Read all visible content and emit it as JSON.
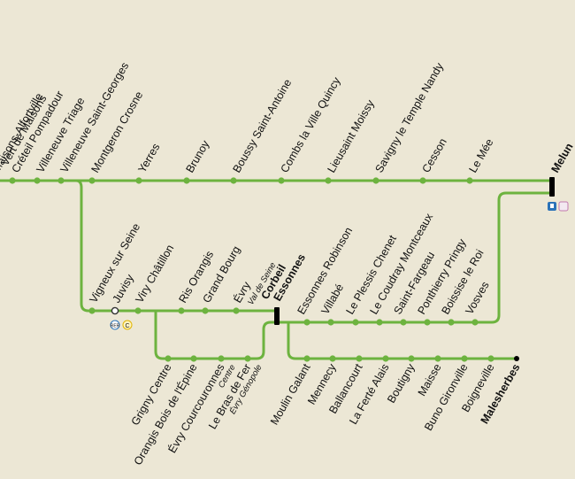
{
  "colors": {
    "line": "#6DB33F",
    "text": "#111111",
    "background": "#ECE7D5",
    "terminus": "#000000"
  },
  "upper": [
    {
      "name": "Maisons-Alfortville",
      "label": "Maisons-Alfortville"
    },
    {
      "name": "Créteil Pompadour",
      "label": "Créteil Pompadour",
      "extra": "Vert de Maisons"
    },
    {
      "name": "Villeneuve Triage",
      "label": "Villeneuve Triage"
    },
    {
      "name": "Villeneuve Saint-Georges",
      "label": "Villeneuve Saint-Georges"
    },
    {
      "name": "Montgeron Crosne",
      "label": "Montgeron Crosne"
    },
    {
      "name": "Yerres",
      "label": "Yerres"
    },
    {
      "name": "Brunoy",
      "label": "Brunoy"
    },
    {
      "name": "Boussy Saint-Antoine",
      "label": "Boussy Saint-Antoine"
    },
    {
      "name": "Combs la Ville Quincy",
      "label": "Combs la Ville Quincy"
    },
    {
      "name": "Lieusaint Moissy",
      "label": "Lieusaint Moissy"
    },
    {
      "name": "Savigny le Temple Nandy",
      "label": "Savigny le Temple Nandy"
    },
    {
      "name": "Cesson",
      "label": "Cesson"
    },
    {
      "name": "Le Mée",
      "label": "Le Mée"
    }
  ],
  "melun": {
    "label": "Melun",
    "connections": [
      "train-icon",
      "bus-icon"
    ]
  },
  "middle": [
    {
      "label": "Vigneux sur Seine"
    },
    {
      "label": "Juvisy",
      "connections": [
        "RER",
        "C"
      ]
    },
    {
      "label": "Viry Châtillon"
    },
    {
      "label": "Ris Orangis"
    },
    {
      "label": "Grand Bourg"
    },
    {
      "label": "Évry",
      "sub": "Val de Seine"
    }
  ],
  "corbeil": {
    "line1": "Corbeil",
    "line2": "Essonnes"
  },
  "right_branch": [
    {
      "label": "Essonnes Robinson"
    },
    {
      "label": "Villabé"
    },
    {
      "label": "Le Plessis Chenet"
    },
    {
      "label": "Le Coudray Montceaux"
    },
    {
      "label": "Saint-Fargeau"
    },
    {
      "label": "Ponthierry Pringy"
    },
    {
      "label": "Boissise le Roi"
    },
    {
      "label": "Vosves"
    }
  ],
  "evry_loop": [
    {
      "label": "Grigny Centre"
    },
    {
      "label": "Orangis Bois de l'Épine"
    },
    {
      "label": "Évry Courcouronnes",
      "sub": "Centre"
    },
    {
      "label": "Le Bras de Fer",
      "sub": "Évry Génopole"
    }
  ],
  "malesherbes_branch": [
    {
      "label": "Moulin Galant"
    },
    {
      "label": "Mennecy"
    },
    {
      "label": "Ballancourt"
    },
    {
      "label": "La Ferté Alais"
    },
    {
      "label": "Boutigny"
    },
    {
      "label": "Maisse"
    },
    {
      "label": "Buno Gironville"
    },
    {
      "label": "Boigneville"
    }
  ],
  "malesherbes": {
    "label": "Malesherbes"
  }
}
